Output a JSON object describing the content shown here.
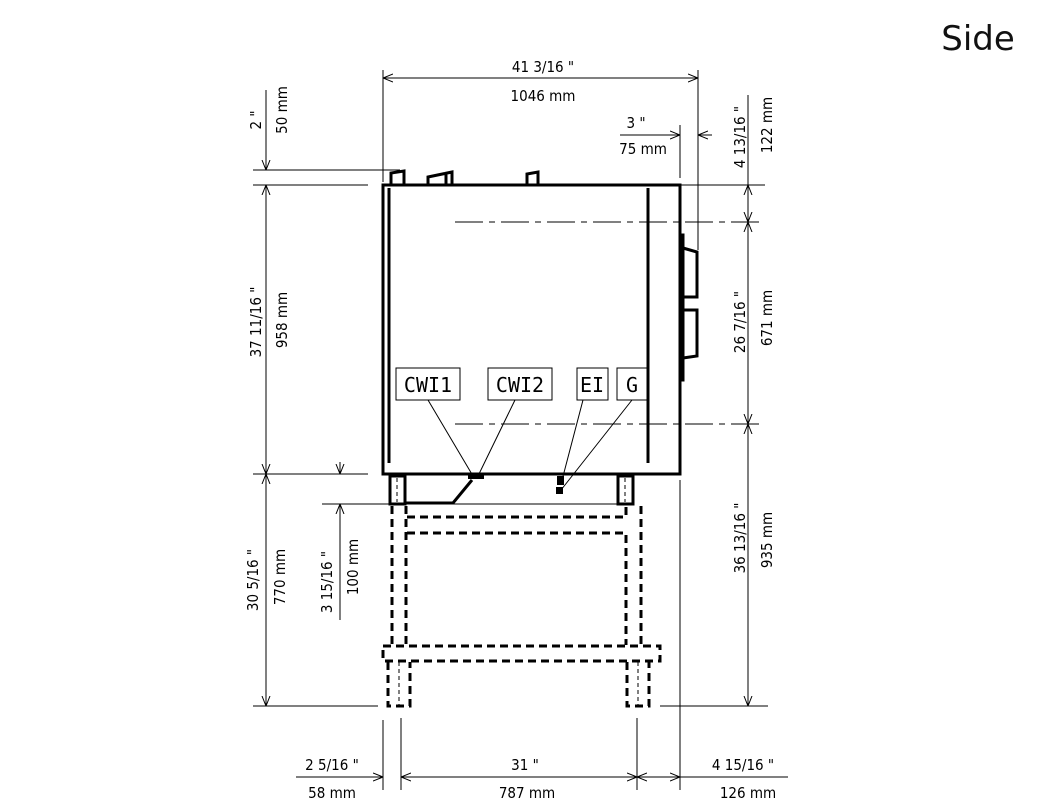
{
  "view_title": "Side",
  "dimensions": {
    "overall_width_in": "41 3/16 \"",
    "overall_width_mm": "1046 mm",
    "top_clearance_in": "2 \"",
    "top_clearance_mm": "50 mm",
    "body_height_in": "37 11/16 \"",
    "body_height_mm": "958 mm",
    "stand_height_in": "30 5/16 \"",
    "stand_height_mm": "770 mm",
    "leg_height_in": "3 15/16 \"",
    "leg_height_mm": "100 mm",
    "handle_depth_in": "3 \"",
    "handle_depth_mm": "75 mm",
    "top_offset_in": "4 13/16 \"",
    "top_offset_mm": "122 mm",
    "door_span_in": "26 7/16 \"",
    "door_span_mm": "671 mm",
    "lower_height_in": "36 13/16 \"",
    "lower_height_mm": "935 mm",
    "left_offset_in": "2 5/16 \"",
    "left_offset_mm": "58 mm",
    "leg_spacing_in": "31 \"",
    "leg_spacing_mm": "787 mm",
    "right_offset_in": "4 15/16 \"",
    "right_offset_mm": "126 mm"
  },
  "connections": [
    "CWI1",
    "CWI2",
    "EI",
    "G"
  ]
}
